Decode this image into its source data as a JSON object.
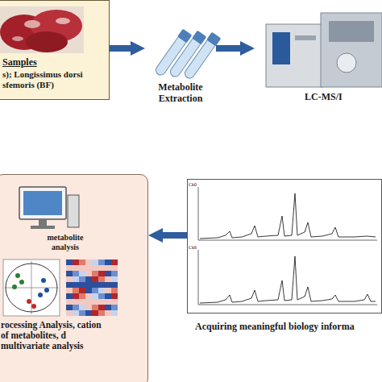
{
  "diagram": {
    "nodes": [
      {
        "text": [
          "Samples",
          "s); Longissimus dorsi sfemoris (BF)"
        ]
      },
      {
        "text": [
          "Metabolite Extraction"
        ]
      },
      {
        "text": [
          "LC-MS/I"
        ]
      },
      {
        "text": [
          "Acquiring meaningful biology informa"
        ]
      },
      {
        "text": [
          "metabolite analysis",
          "rocessing Analysis, cation of metabolites, d multivariate analysis"
        ]
      }
    ],
    "edges": [
      {
        "from": 0,
        "to": 1,
        "arrow": "to"
      },
      {
        "from": 1,
        "to": 2,
        "arrow": "to"
      },
      {
        "from": 3,
        "to": 4,
        "arrow": "to"
      }
    ],
    "labels": [
      "Ck0",
      "Ck6"
    ]
  }
}
